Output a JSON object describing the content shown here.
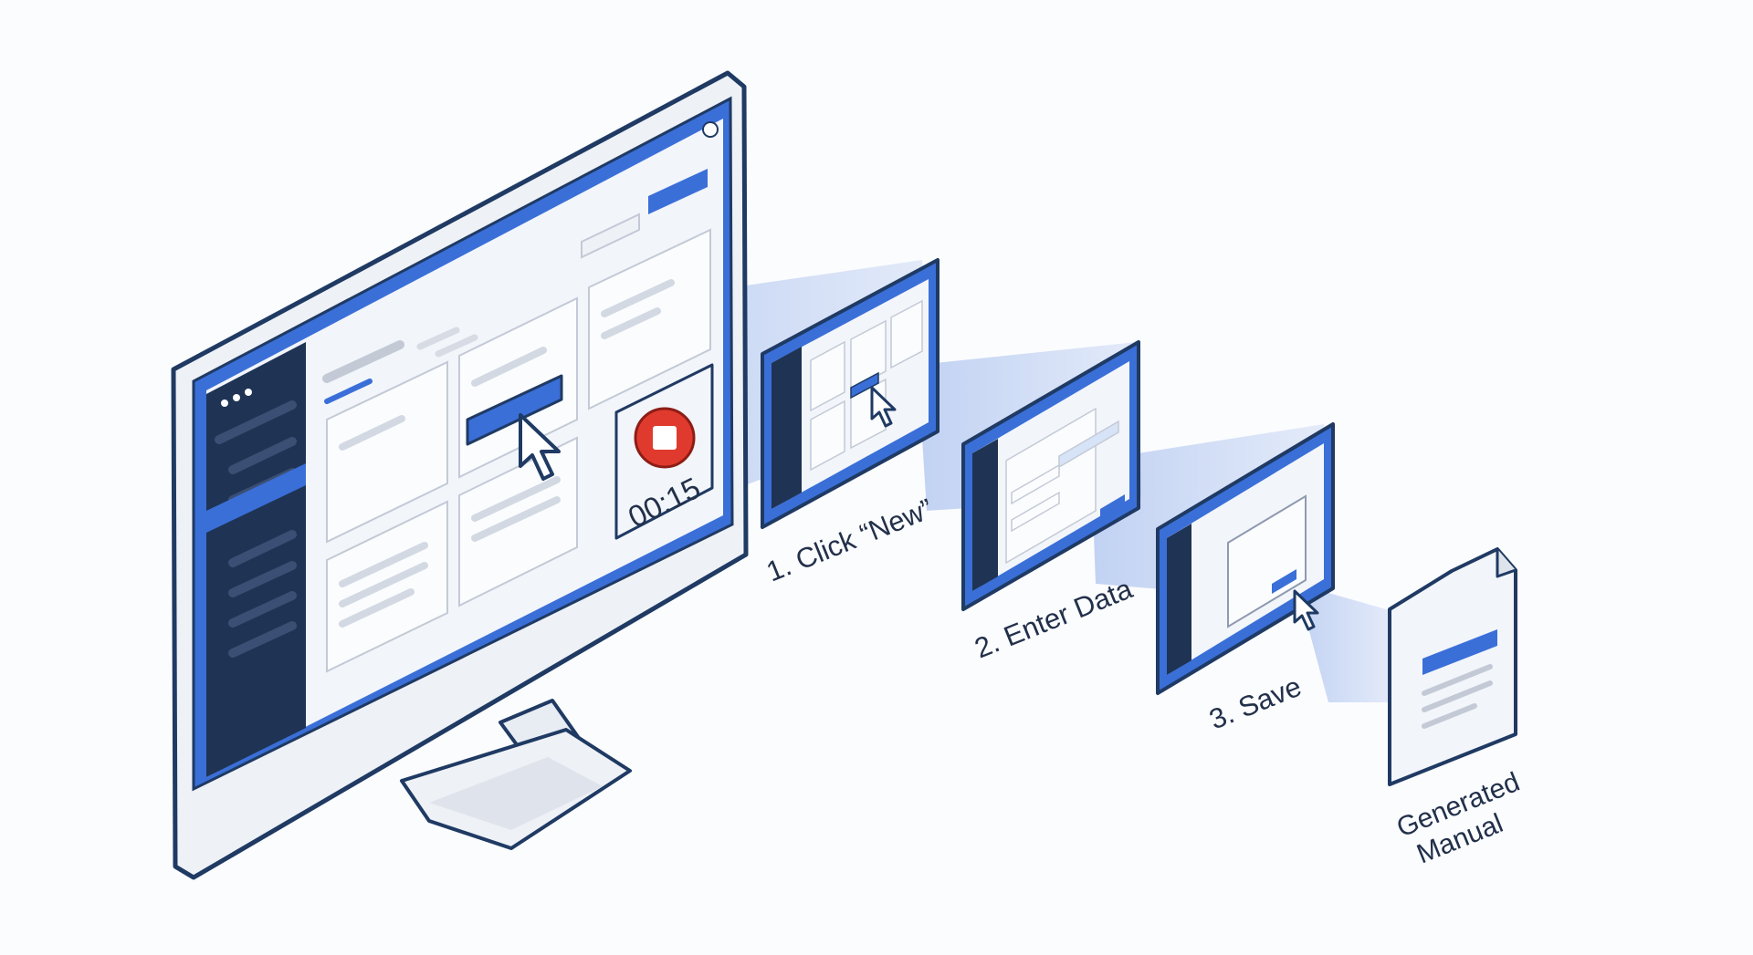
{
  "recorder": {
    "timer": "00:15",
    "stop_icon": "stop-record-icon"
  },
  "steps": [
    {
      "label": "1. Click “New”"
    },
    {
      "label": "2. Enter Data"
    },
    {
      "label": "3. Save"
    }
  ],
  "output": {
    "line1": "Generated",
    "line2": "Manual",
    "icon": "document-icon"
  },
  "colors": {
    "accent": "#3a6fd8",
    "outline": "#1f3a63",
    "sidebar": "#1f3354",
    "record": "#e03a2f",
    "panel": "#f2f5fa"
  }
}
